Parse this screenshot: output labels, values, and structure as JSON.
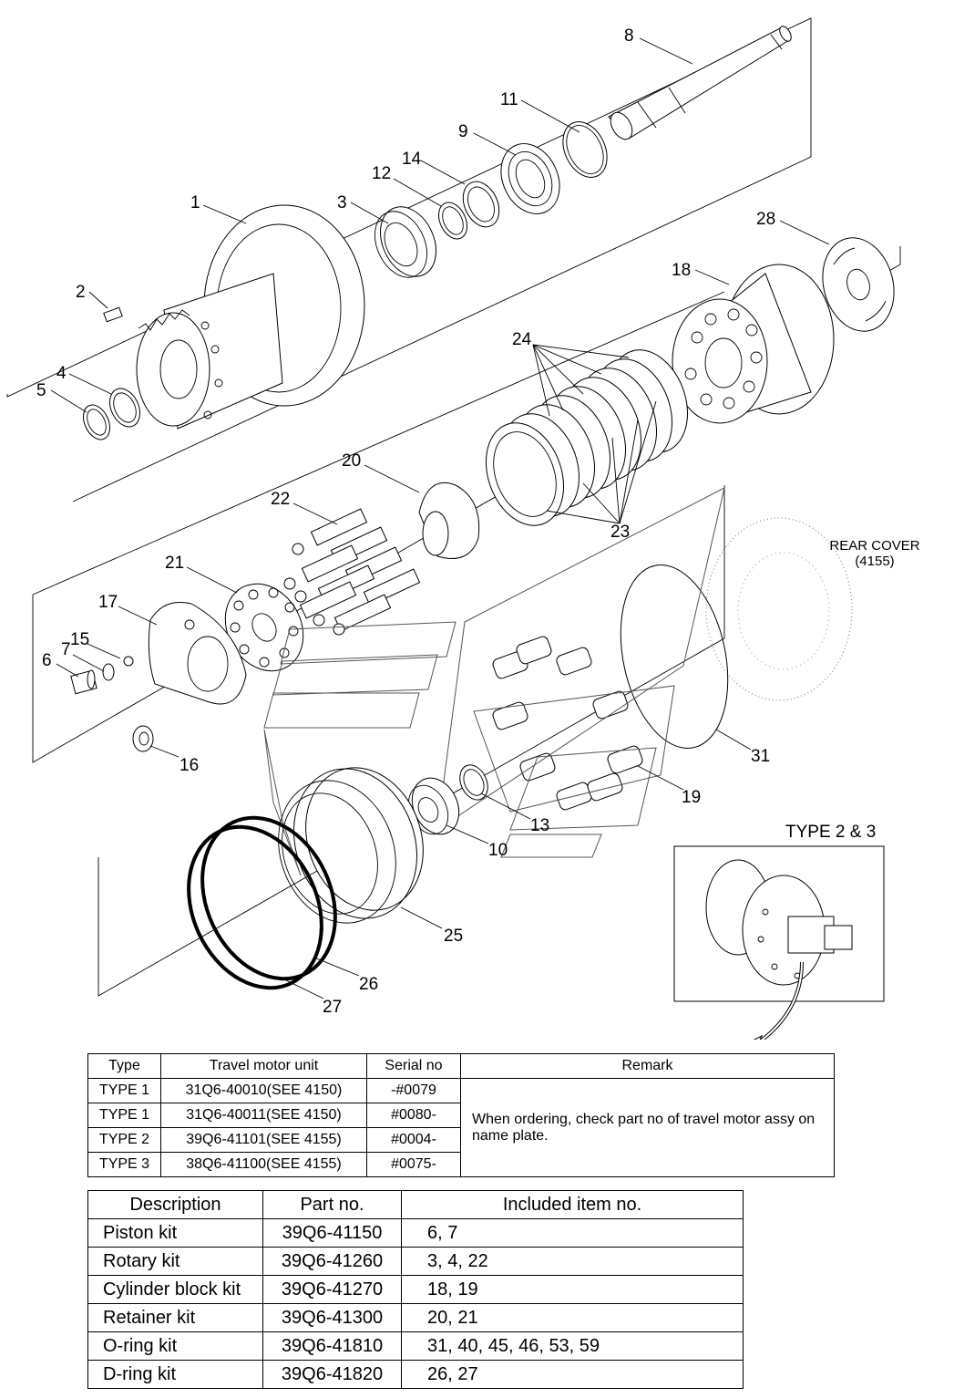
{
  "diagram": {
    "callouts": [
      "1",
      "2",
      "3",
      "4",
      "5",
      "6",
      "7",
      "8",
      "9",
      "10",
      "11",
      "12",
      "13",
      "14",
      "15",
      "16",
      "17",
      "18",
      "19",
      "20",
      "21",
      "22",
      "23",
      "24",
      "25",
      "26",
      "27",
      "28",
      "31"
    ],
    "rear_cover_label": "REAR COVER",
    "rear_cover_code": "(4155)",
    "inset_label": "TYPE 2 & 3"
  },
  "type_table": {
    "headers": [
      "Type",
      "Travel motor unit",
      "Serial no",
      "Remark"
    ],
    "rows": [
      {
        "type": "TYPE 1",
        "unit": "31Q6-40010(SEE 4150)",
        "serial": "-#0079"
      },
      {
        "type": "TYPE 1",
        "unit": "31Q6-40011(SEE 4150)",
        "serial": "#0080-"
      },
      {
        "type": "TYPE 2",
        "unit": "39Q6-41101(SEE 4155)",
        "serial": "#0004-"
      },
      {
        "type": "TYPE 3",
        "unit": "38Q6-41100(SEE 4155)",
        "serial": "#0075-"
      }
    ],
    "remark": "When ordering, check part no of travel motor assy on name plate."
  },
  "kit_table": {
    "headers": [
      "Description",
      "Part no.",
      "Included item no."
    ],
    "rows": [
      {
        "description": "Piston kit",
        "part": "39Q6-41150",
        "items": "6, 7"
      },
      {
        "description": "Rotary kit",
        "part": "39Q6-41260",
        "items": "3, 4, 22"
      },
      {
        "description": "Cylinder block kit",
        "part": "39Q6-41270",
        "items": "18, 19"
      },
      {
        "description": "Retainer kit",
        "part": "39Q6-41300",
        "items": "20, 21"
      },
      {
        "description": "O-ring kit",
        "part": "39Q6-41810",
        "items": "31, 40, 45, 46, 53, 59"
      },
      {
        "description": "D-ring kit",
        "part": "39Q6-41820",
        "items": "26, 27"
      }
    ]
  }
}
